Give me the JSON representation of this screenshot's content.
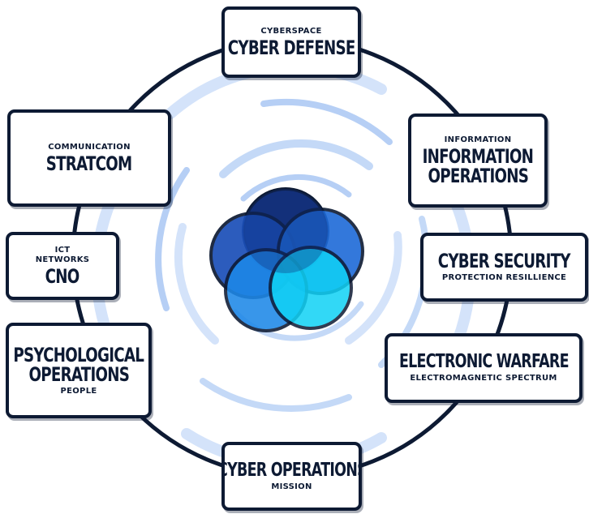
{
  "colors": {
    "border": "#0d1a33",
    "text": "#0d1a33",
    "ring": "#0d1a33",
    "arc_light": "#d4e3fa",
    "arc_mid": "#b6cff5",
    "petal_dark": "#12327a",
    "petal_mid": "#1e5fd0",
    "petal_bright": "#1a9ef0",
    "petal_cyan": "#0fd2f5"
  },
  "center_icon": "blue-flower-logo",
  "nodes": {
    "cyber_defense": {
      "subtitle": "CYBERSPACE",
      "title": "CYBER DEFENSE"
    },
    "information_operations": {
      "subtitle": "INFORMATION",
      "title_line1": "INFORMATION",
      "title_line2": "OPERATIONS"
    },
    "cyber_security": {
      "title": "CYBER SECURITY",
      "subtitle": "PROTECTION RESILLIENCE"
    },
    "electronic_warfare": {
      "title": "ELECTRONIC WARFARE",
      "subtitle": "ELECTROMAGNETIC SPECTRUM"
    },
    "cyber_operations": {
      "title": "CYBER OPERATIONS",
      "subtitle": "MISSION"
    },
    "psychological_operations": {
      "title_line1": "PSYCHOLOGICAL",
      "title_line2": "OPERATIONS",
      "subtitle": "PEOPLE"
    },
    "cno": {
      "subtitle_line1": "ICT",
      "subtitle_line2": "NETWORKS",
      "title": "CNO"
    },
    "stratcom": {
      "subtitle": "COMMUNICATION",
      "title": "STRATCOM"
    }
  }
}
